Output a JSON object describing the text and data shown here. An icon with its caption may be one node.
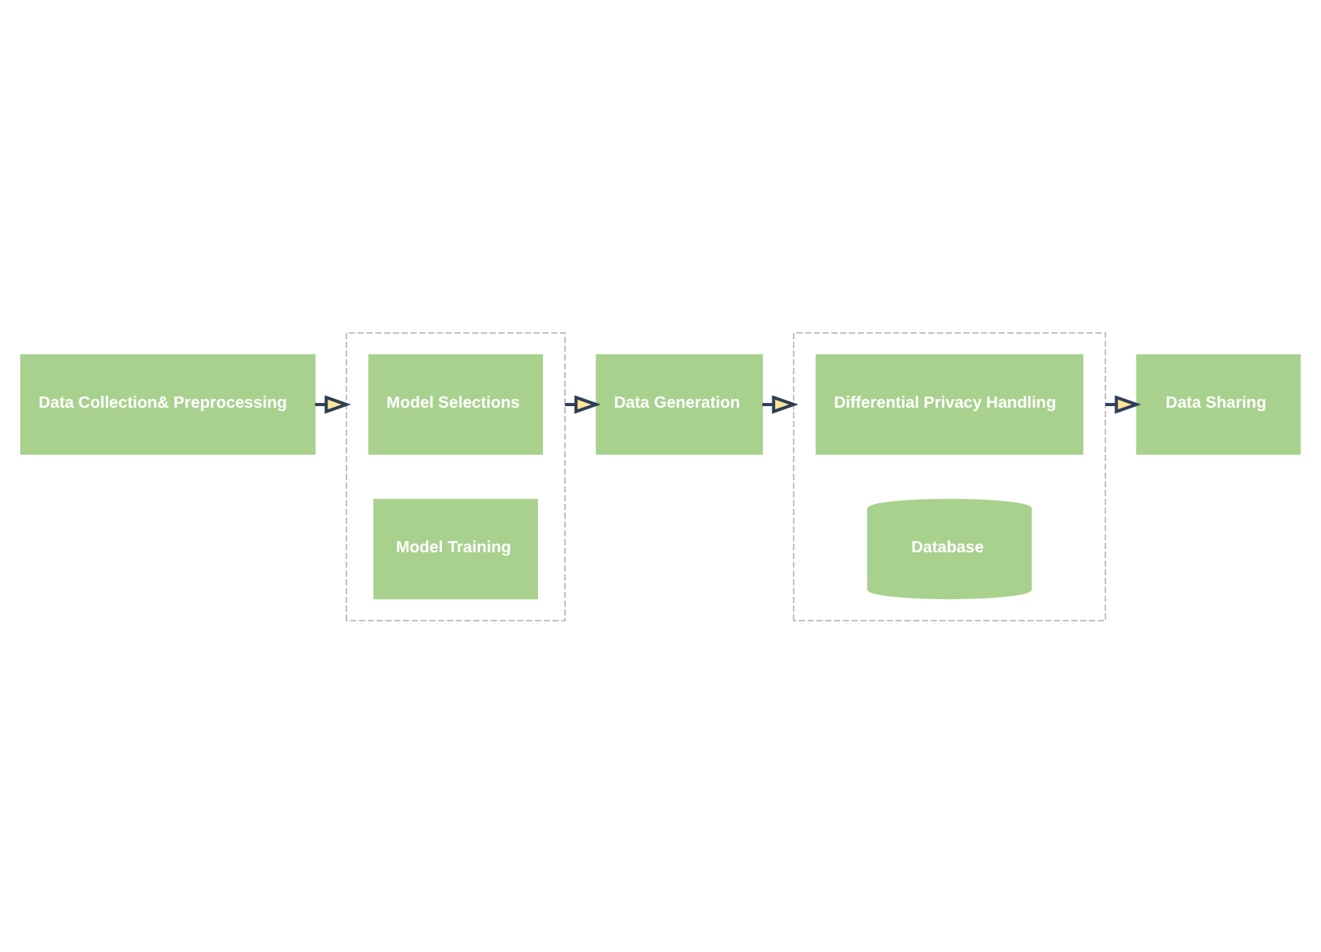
{
  "diagram": {
    "nodes": [
      {
        "text": [
          "Data Collection& Preprocessing"
        ]
      },
      {
        "text": [],
        "shape": "box"
      },
      {
        "text": [
          "Model Selections"
        ],
        "in": 1
      },
      {
        "text": [
          "Model Training"
        ],
        "in": 1
      },
      {
        "text": [
          "Data Generation"
        ]
      },
      {
        "text": [],
        "shape": "box"
      },
      {
        "text": [
          "Differential Privacy Handling"
        ],
        "in": 5
      },
      {
        "text": [
          "Database"
        ],
        "in": 5
      },
      {
        "text": [
          "Data Sharing"
        ]
      }
    ],
    "edges": [
      {
        "from": 0,
        "to": 1,
        "arrow": "to"
      },
      {
        "from": 1,
        "to": 4,
        "arrow": "to"
      },
      {
        "from": 4,
        "to": 5,
        "arrow": "to"
      },
      {
        "from": 5,
        "to": 8,
        "arrow": "to"
      }
    ]
  }
}
